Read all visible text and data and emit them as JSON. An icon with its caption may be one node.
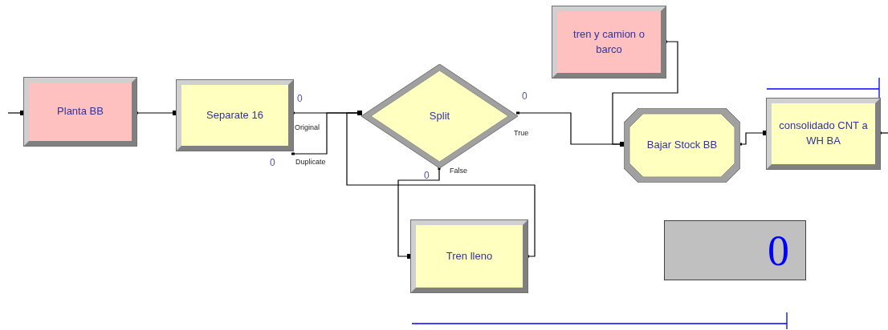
{
  "diagram": {
    "nodes": [
      {
        "text": [
          "Planta BB"
        ]
      },
      {
        "text": [
          "Separate 16"
        ],
        "beside": [
          "0",
          "0"
        ]
      },
      {
        "text": [
          "Split"
        ],
        "beside": [
          "0",
          "0"
        ]
      },
      {
        "text": [
          "Tren lleno"
        ]
      },
      {
        "text": [
          "tren y camion o barco"
        ]
      },
      {
        "text": [
          "Bajar Stock BB"
        ]
      },
      {
        "text": [
          "consolidado CNT a WH BA"
        ]
      },
      {
        "text": [
          "0"
        ]
      }
    ],
    "edges": [
      {
        "from": null,
        "to": 0,
        "arrow": "other"
      },
      {
        "from": 0,
        "to": 1,
        "arrow": "other"
      },
      {
        "from": 1,
        "to": 2,
        "arrow": "other",
        "label": "Original"
      },
      {
        "from": 1,
        "to": 2,
        "arrow": "other",
        "label": "Duplicate"
      },
      {
        "from": 2,
        "to": 5,
        "arrow": "other",
        "label": "True"
      },
      {
        "from": 2,
        "to": 3,
        "arrow": "other",
        "label": "False"
      },
      {
        "from": 3,
        "to": 2,
        "arrow": "other"
      },
      {
        "from": 4,
        "to": 5,
        "arrow": "other"
      },
      {
        "from": 5,
        "to": 6,
        "arrow": "other"
      },
      {
        "from": 6,
        "to": null,
        "arrow": "other"
      }
    ]
  }
}
